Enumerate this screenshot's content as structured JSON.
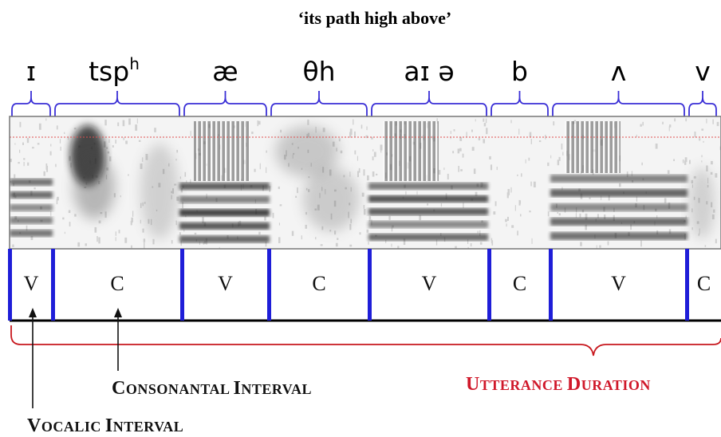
{
  "title": "‘its path high above’",
  "phones": [
    {
      "label": "ɪ",
      "start": 0,
      "end": 1
    },
    {
      "label": "tsp",
      "sup": "h",
      "start": 1,
      "end": 2
    },
    {
      "label": "æ",
      "start": 2,
      "end": 3
    },
    {
      "label": "θh",
      "start": 3,
      "end": 4
    },
    {
      "label": "aɪ ə",
      "start": 4,
      "end": 5
    },
    {
      "label": "b",
      "start": 5,
      "end": 6
    },
    {
      "label": "ʌ",
      "start": 6,
      "end": 7
    },
    {
      "label": "v",
      "start": 7,
      "end": 8
    }
  ],
  "intervals": [
    "V",
    "C",
    "V",
    "C",
    "V",
    "C",
    "V",
    "C"
  ],
  "annotations": {
    "vocalic": {
      "cap1": "V",
      "rest1": "OCALIC ",
      "cap2": "I",
      "rest2": "NTERVAL"
    },
    "consonantal": {
      "cap1": "C",
      "rest1": "ONSONANTAL ",
      "cap2": "I",
      "rest2": "NTERVAL"
    },
    "utterance": {
      "cap1": "U",
      "rest1": "TTERANCE ",
      "cap2": "D",
      "rest2": "URATION"
    }
  },
  "colors": {
    "bracket_blue": "#3a2fd6",
    "boundary_blue": "#1f1ed8",
    "utterance_red": "#c8181e",
    "pitch_dotted": "#e05050"
  }
}
